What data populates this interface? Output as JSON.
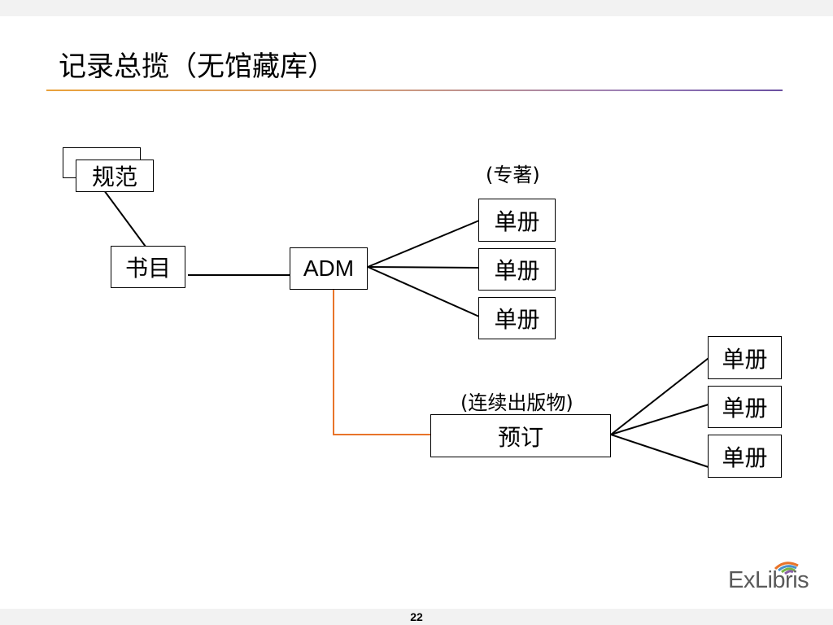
{
  "slide": {
    "title": "记录总揽（无馆藏库）",
    "page_number": "22"
  },
  "diagram": {
    "authority_label": "规范",
    "bib_label": "书目",
    "adm_label": "ADM",
    "monograph_caption": "(专著)",
    "serial_caption": "(连续出版物)",
    "subscription_label": "预订",
    "item_label": "单册",
    "monograph_items": [
      "单册",
      "单册",
      "单册"
    ],
    "serial_items": [
      "单册",
      "单册",
      "单册"
    ]
  },
  "colors": {
    "connector": "#000000",
    "orange_connector": "#e8742a",
    "title_rule_start": "#e9a23b",
    "title_rule_end": "#6a4fa0"
  },
  "logo": {
    "text": "ExLibris",
    "icon": "exlibris-book-arc-logo"
  }
}
